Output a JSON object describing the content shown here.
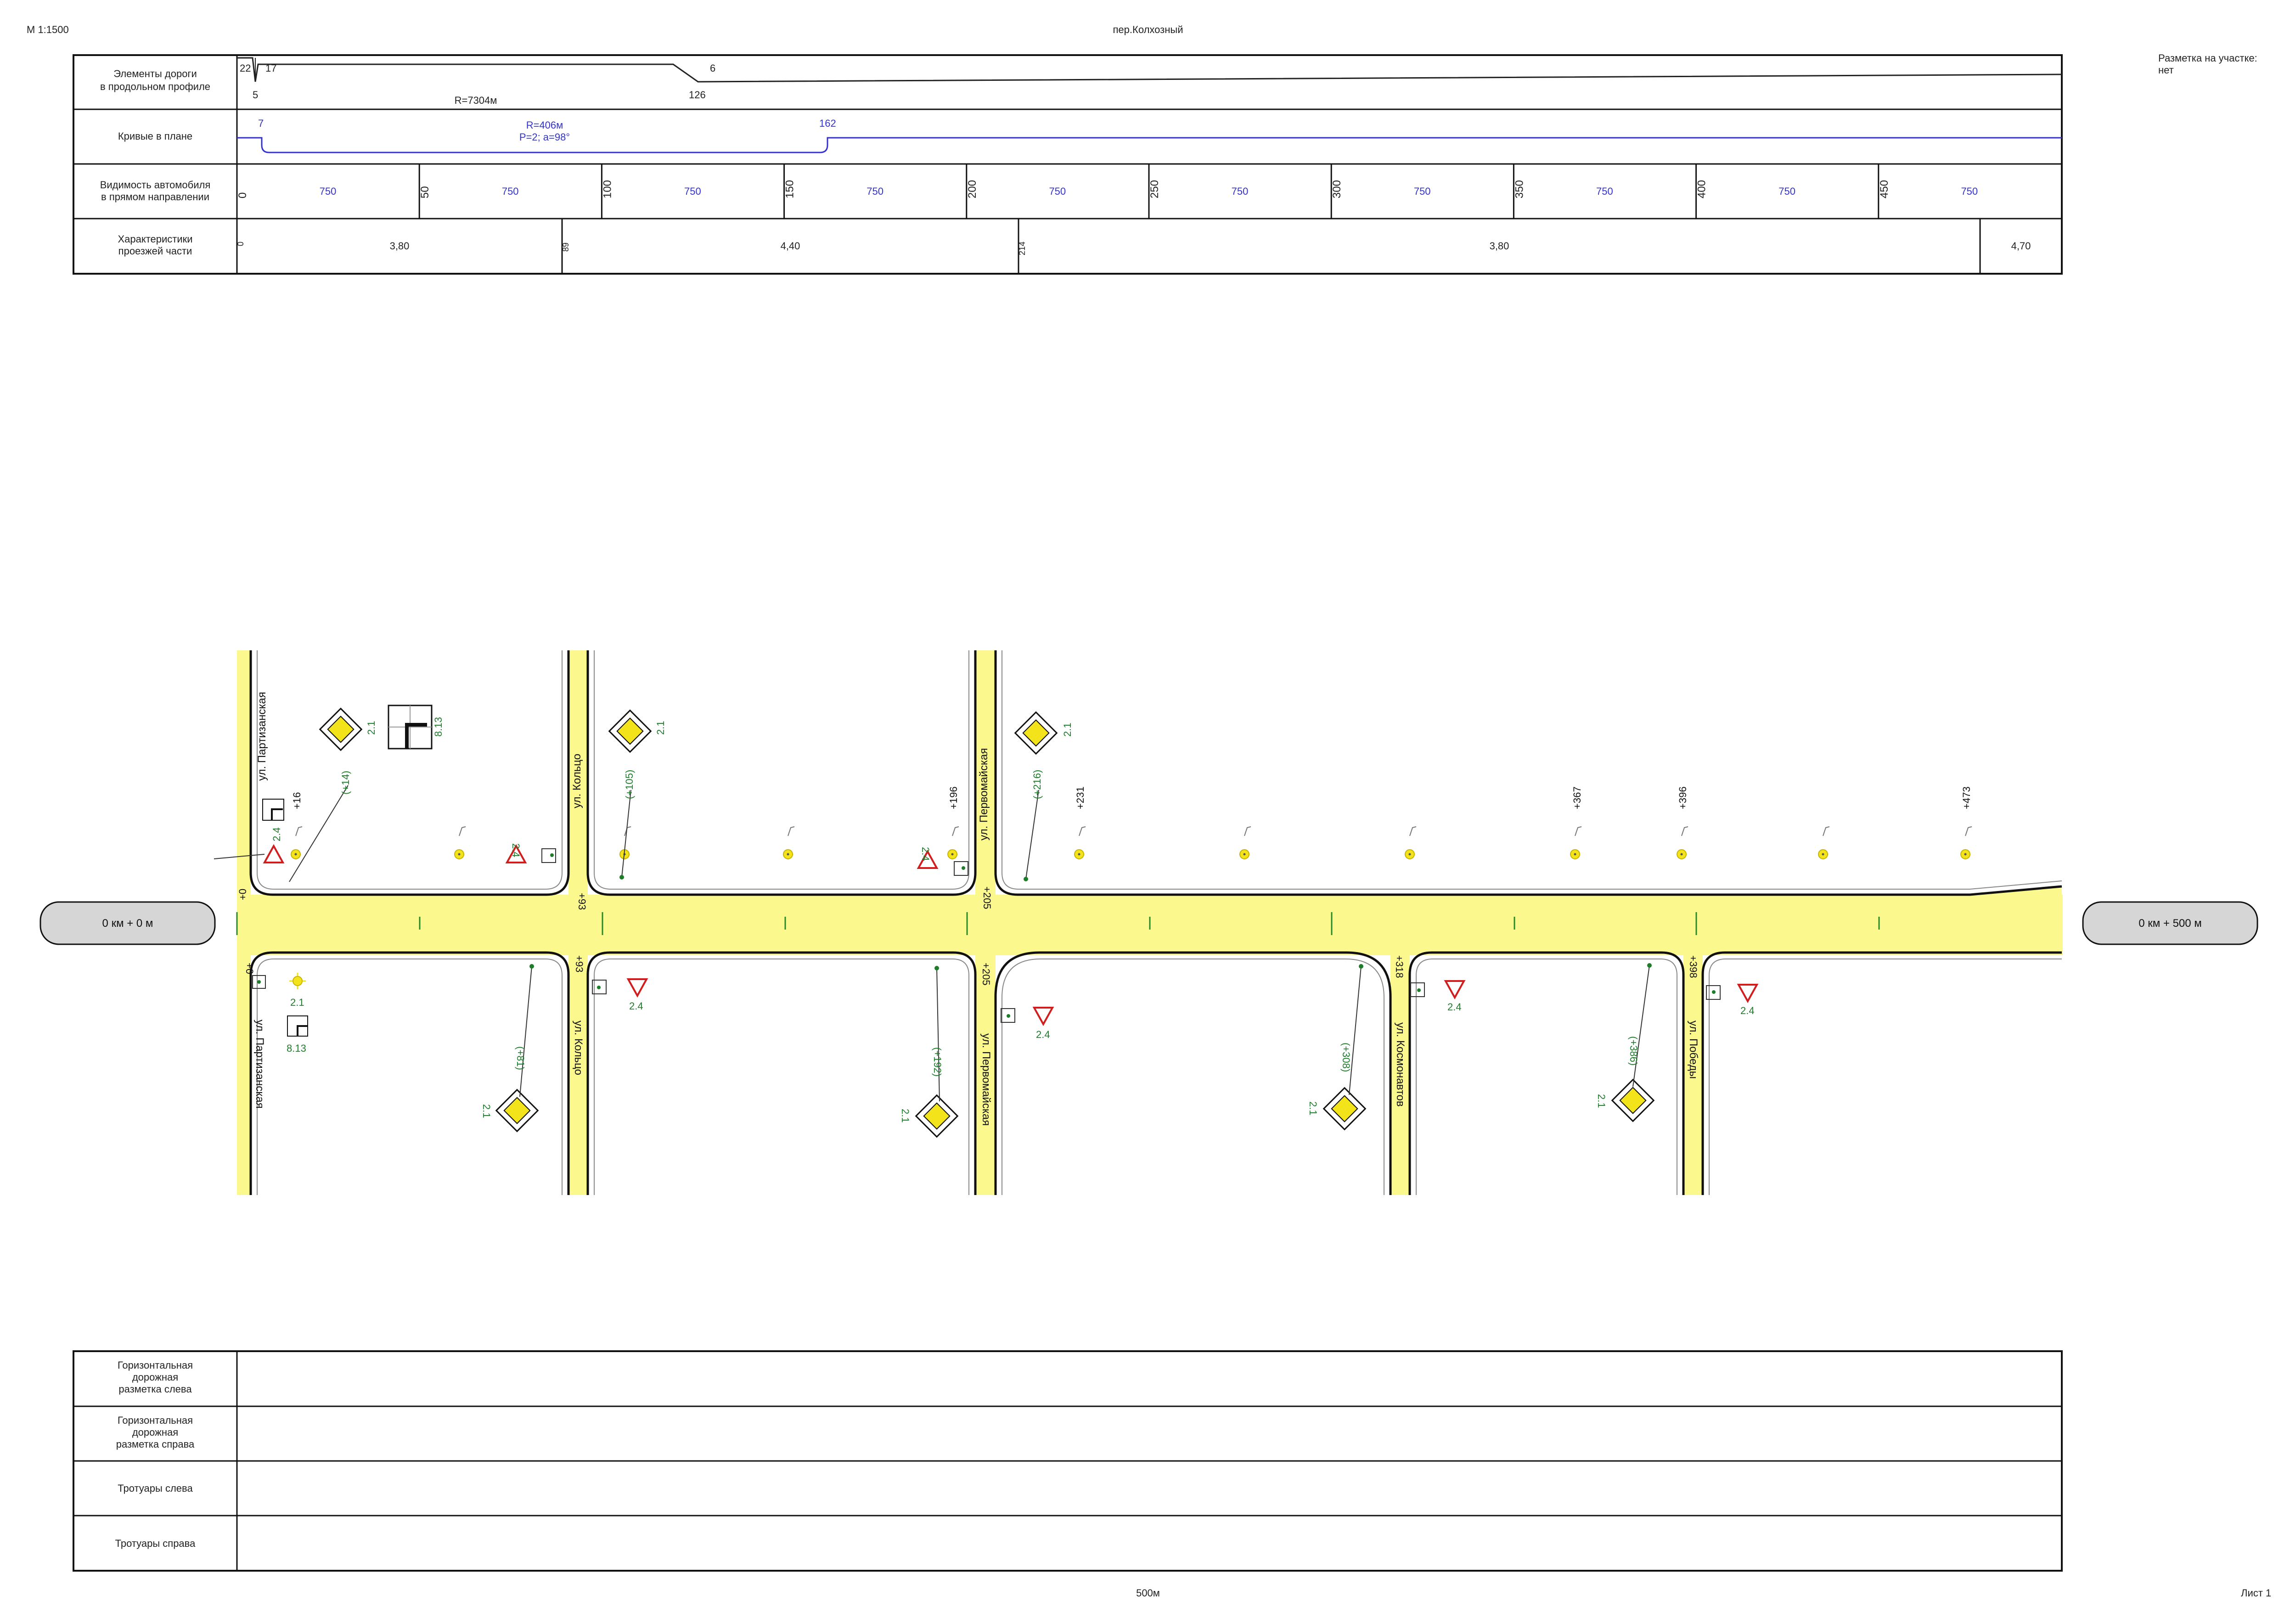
{
  "header": {
    "scale": "М 1:1500",
    "road_name": "пер.Колхозный",
    "marking_label": "Разметка на участке:",
    "marking_value": "нет"
  },
  "top_table": {
    "row_profile": {
      "label_line1": "Элементы дороги",
      "label_line2": "в продольном профиле",
      "n22": "22",
      "n17": "17",
      "n5": "5",
      "radius": "R=7304м",
      "n126": "126",
      "n6": "6"
    },
    "row_curves": {
      "label": "Кривые в плане",
      "start": "7",
      "end": "162",
      "radius": "R=406м",
      "params": "P=2; a=98°"
    },
    "row_visibility": {
      "label_line1": "Видимость автомобиля",
      "label_line2": "в прямом направлении",
      "pickets": [
        "0",
        "50",
        "100",
        "150",
        "200",
        "250",
        "300",
        "350",
        "400",
        "450"
      ],
      "value": "750"
    },
    "row_carriageway": {
      "label_line1": "Характеристики",
      "label_line2": "проезжей части",
      "marks": [
        "0",
        "89",
        "214"
      ],
      "widths": [
        "3,80",
        "4,40",
        "3,80",
        "4,70"
      ]
    }
  },
  "plan": {
    "start_box": "0 км + 0 м",
    "end_box": "0 км + 500 м",
    "streets": {
      "partizanskaya": "ул. Партизанская",
      "koltso": "ул. Кольцо",
      "pervomayskaya": "ул. Первомайская",
      "kosmonavtov": "ул. Космонавтов",
      "pobedy": "ул. Победы"
    },
    "pickets_road": {
      "p0a": "+0",
      "p0b": "+0",
      "p93a": "+93",
      "p93b": "+93",
      "p205a": "+205",
      "p205b": "+205",
      "p318": "+318",
      "p398": "+398"
    },
    "pickets_top": [
      "+16",
      "+196",
      "+231",
      "+367",
      "+396",
      "+473"
    ],
    "sign_refs": {
      "top": [
        "(+14)",
        "(+105)",
        "(+216)"
      ],
      "bottom": [
        "(+81)",
        "(+192)",
        "(+308)",
        "(+386)"
      ]
    },
    "sign_codes": {
      "main_road": "2.1",
      "give_way": "2.4",
      "plate": "8.13"
    }
  },
  "bottom_table": {
    "rows": [
      {
        "line1": "Горизонтальная",
        "line2": "дорожная",
        "line3": "разметка слева"
      },
      {
        "line1": "Горизонтальная",
        "line2": "дорожная",
        "line3": "разметка справа"
      },
      {
        "line1": "Тротуары слева"
      },
      {
        "line1": "Тротуары справа"
      }
    ]
  },
  "footer": {
    "length": "500м",
    "sheet": "Лист 1"
  },
  "colors": {
    "road": "#fbf98e",
    "sign_text": "#1e7d2a",
    "curve": "#3333cc",
    "visibility": "#3333cc",
    "give_way": "#d01e1e"
  }
}
